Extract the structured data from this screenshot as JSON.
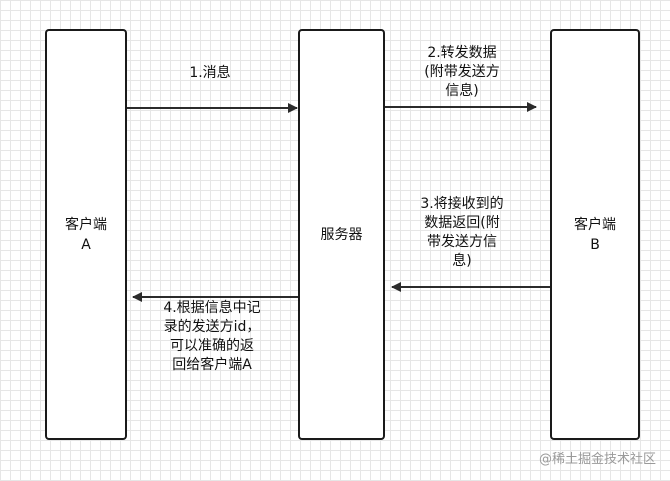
{
  "nodes": {
    "client_a": [
      "客户端",
      "A"
    ],
    "server": [
      "服务器"
    ],
    "client_b": [
      "客户端",
      "B"
    ]
  },
  "arrows": {
    "step1": [
      "1.消息"
    ],
    "step2": [
      "2.转发数据",
      "(附带发送方",
      "信息)"
    ],
    "step3": [
      "3.将接收到的",
      "数据返回(附",
      "带发送方信",
      "息)"
    ],
    "step4": [
      "4.根据信息中记",
      "录的发送方id，",
      "可以准确的返",
      "回给客户端A"
    ]
  },
  "watermark": "@稀土掘金技术社区",
  "colors": {
    "line": "#2b2b2b",
    "box_border": "#1a1a1a",
    "grid": "#e6e6e6"
  }
}
